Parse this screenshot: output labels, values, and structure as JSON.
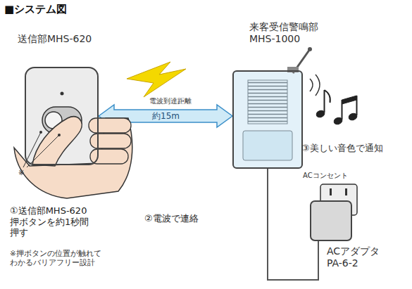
{
  "diagram": {
    "title": "■システム図",
    "nodes": [
      {
        "text": [
          "送信部MHS-620"
        ]
      },
      {
        "text": [
          "来客受信警鳴部 MHS-1000"
        ]
      },
      {
        "text": [
          "ACアダプタ PA-6-2"
        ]
      }
    ],
    "edges": [
      {
        "from": 0,
        "to": 1,
        "arrow": "both",
        "label": "約15m"
      },
      {
        "from": 1,
        "to": 2,
        "arrow": "none"
      }
    ],
    "labels": [
      "電波到達距離",
      "※",
      "③美しい音色で通知",
      "ACコンセント",
      "①送信部MHS-620 押ボタンを約1秒間押す",
      "②電波で連絡",
      "※押ボタンの位置が触れてわかるバリアフリー設計"
    ]
  }
}
